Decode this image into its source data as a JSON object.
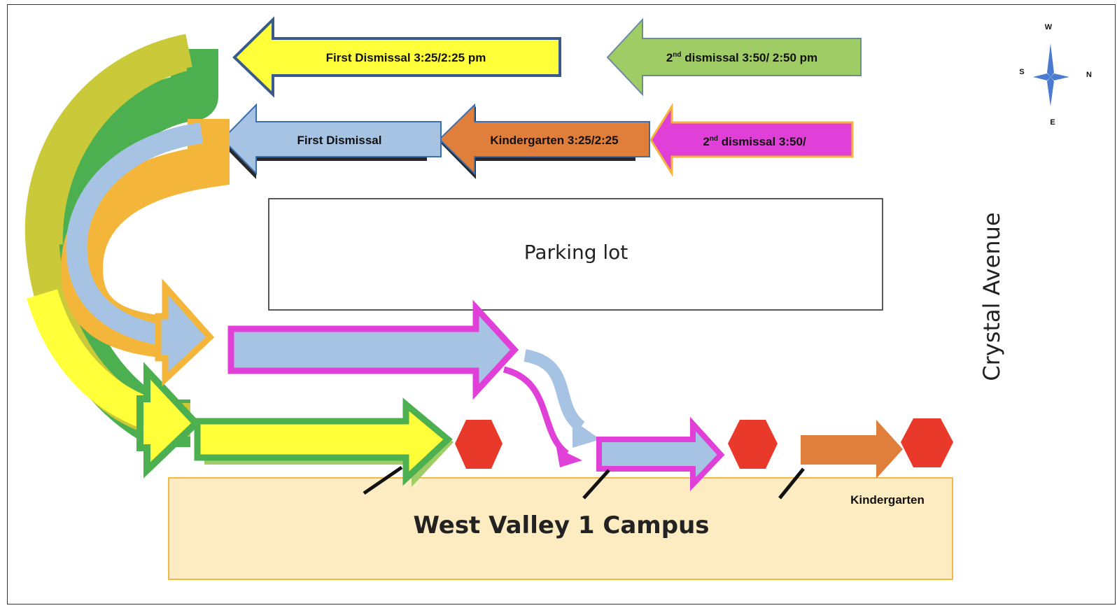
{
  "arrows": {
    "first_dismissal_top": {
      "label": "First Dismissal 3:25/2:25 pm",
      "fill": "#ffff3a",
      "stroke": "#3b5a8c"
    },
    "second_dismissal_top": {
      "label_prefix": "2",
      "label_sup": "nd",
      "label_suffix": " dismissal 3:50/ 2:50 pm",
      "fill": "#9fcc64",
      "stroke": "#6c8aa8"
    },
    "first_dismissal_mid": {
      "label": "First Dismissal",
      "fill": "#a7c3e4",
      "stroke": "#3b6fb0"
    },
    "kindergarten_mid": {
      "label": "Kindergarten 3:25/2:25",
      "fill": "#e07e3c",
      "stroke": "#3b6fb0"
    },
    "second_dismissal_mid": {
      "label_prefix": "2",
      "label_sup": "nd",
      "label_suffix": " dismissal 3:50/",
      "fill": "#e040d8",
      "stroke": "#f4b63a"
    }
  },
  "parking_lot": {
    "label": "Parking lot"
  },
  "street": {
    "label": "Crystal Avenue"
  },
  "campus": {
    "label": "West Valley 1 Campus",
    "fill": "#fdebc2",
    "stroke": "#f2b84a"
  },
  "kindergarten_label": "Kindergarten",
  "compass": {
    "n": "N",
    "s": "S",
    "e": "E",
    "w": "W",
    "color": "#4a7bd0"
  },
  "colors": {
    "stop_sign": "#e8392a",
    "green": "#4caf50",
    "yellow": "#ffff3a",
    "orange": "#f4b63a",
    "light_blue": "#a7c3e4",
    "magenta": "#e040d8",
    "kinder_orange": "#e07e3c"
  }
}
